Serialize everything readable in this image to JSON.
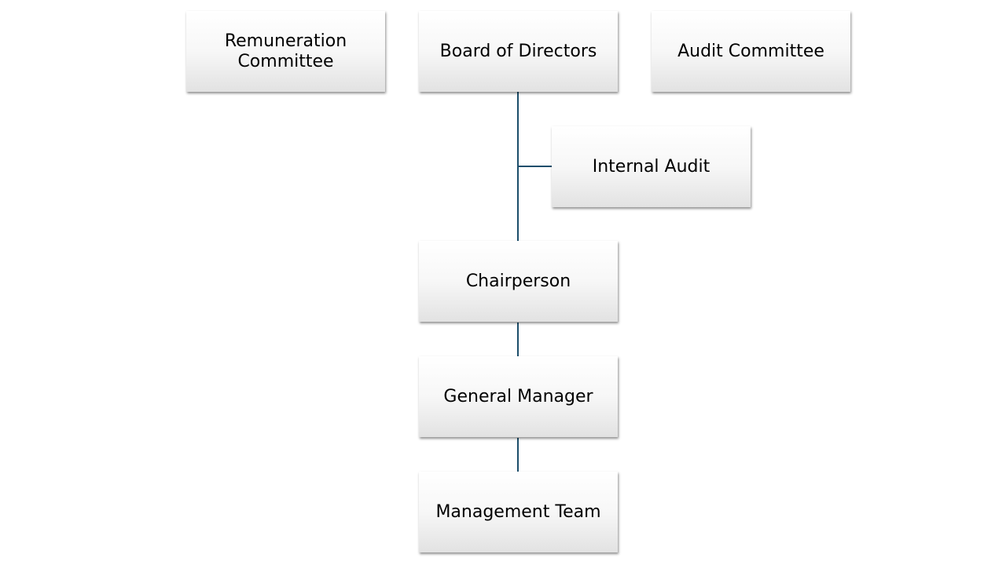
{
  "nodes": {
    "remuneration": "Remuneration Committee",
    "board": "Board of Directors",
    "audit_committee": "Audit Committee",
    "internal_audit": "Internal Audit",
    "chairperson": "Chairperson",
    "general_manager": "General Manager",
    "management_team": "Management Team"
  },
  "colors": {
    "connector": "#1d4e6b"
  }
}
